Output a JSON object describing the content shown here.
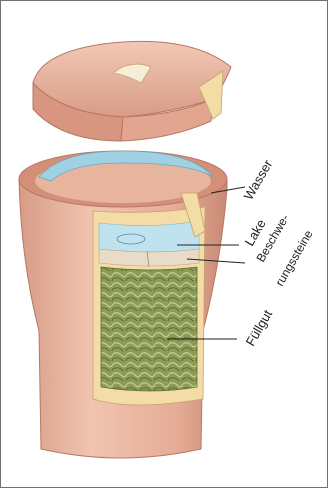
{
  "labels": {
    "water": "Wasser",
    "brine": "Lake",
    "weights_line1": "Beschwe-",
    "weights_line2": "rungssteine",
    "filling": "Füllgut"
  },
  "colors": {
    "crock": "#e9b5a0",
    "crock_shadow": "#c98a74",
    "glaze": "#f3dca6",
    "water": "#9fd1e3",
    "filling": "#8a9a55",
    "frame": "#6f6f6f"
  }
}
